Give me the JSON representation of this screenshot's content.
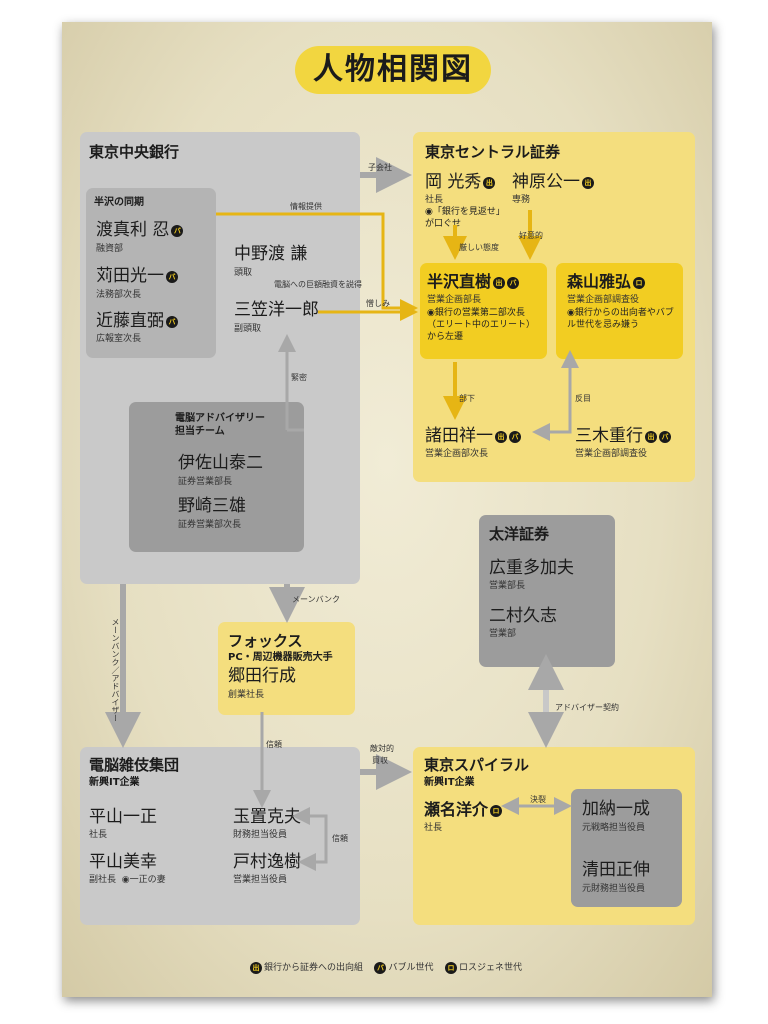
{
  "title": "人物相関図",
  "chuo": {
    "name": "東京中央銀行",
    "doki_title": "半沢の同期",
    "doki": [
      {
        "name": "渡真利 忍",
        "badge": "バ",
        "role": "融資部"
      },
      {
        "name": "苅田光一",
        "badge": "バ",
        "role": "法務部次長"
      },
      {
        "name": "近藤直弼",
        "badge": "バ",
        "role": "広報室次長"
      }
    ],
    "nakanowatari": {
      "name": "中野渡 謙",
      "role": "頭取"
    },
    "mikasa": {
      "name": "三笠洋一郎",
      "role": "副頭取"
    },
    "team_title_1": "電脳アドバイザリー",
    "team_title_2": "担当チーム",
    "team": [
      {
        "name": "伊佐山泰二",
        "role": "証券営業部長"
      },
      {
        "name": "野崎三雄",
        "role": "証券営業部次長"
      }
    ]
  },
  "central": {
    "name": "東京セントラル証券",
    "oka": {
      "name": "岡 光秀",
      "badge": "出",
      "role": "社長",
      "note": "◉「銀行を見返せ」が口ぐせ"
    },
    "kanbara": {
      "name": "神原公一",
      "badge": "出",
      "role": "専務"
    },
    "hanzawa": {
      "name": "半沢直樹",
      "badges": [
        "出",
        "バ"
      ],
      "role": "営業企画部長",
      "note": "◉銀行の営業第二部次長（エリート中のエリート）から左遷"
    },
    "moriyama": {
      "name": "森山雅弘",
      "badge": "ロ",
      "role": "営業企画部調査役",
      "note": "◉銀行からの出向者やバブル世代を忌み嫌う"
    },
    "morota": {
      "name": "諸田祥一",
      "badges": [
        "出",
        "バ"
      ],
      "role": "営業企画部次長"
    },
    "miki": {
      "name": "三木重行",
      "badges": [
        "出",
        "バ"
      ],
      "role": "営業企画部調査役"
    }
  },
  "taiyo": {
    "name": "太洋証券",
    "members": [
      {
        "name": "広重多加夫",
        "role": "営業部長"
      },
      {
        "name": "二村久志",
        "role": "営業部"
      }
    ]
  },
  "fox": {
    "name": "フォックス",
    "sub": "PC・周辺機器販売大手",
    "person": {
      "name": "郷田行成",
      "role": "創業社長"
    }
  },
  "denno": {
    "name": "電脳雑伎集団",
    "sub": "新興IT企業",
    "hirayama_m": {
      "name": "平山一正",
      "role": "社長"
    },
    "hirayama_y": {
      "name": "平山美幸",
      "role": "副社長",
      "note": "◉一正の妻"
    },
    "tamaoki": {
      "name": "玉置克夫",
      "role": "財務担当役員"
    },
    "tomura": {
      "name": "戸村逸樹",
      "role": "営業担当役員"
    }
  },
  "spiral": {
    "name": "東京スパイラル",
    "sub": "新興IT企業",
    "sena": {
      "name": "瀬名洋介",
      "badge": "ロ",
      "role": "社長"
    },
    "kano": {
      "name": "加納一成",
      "role": "元戦略担当役員"
    },
    "kiyota": {
      "name": "清田正伸",
      "role": "元財務担当役員"
    }
  },
  "labels": {
    "kogaisha": "子会社",
    "joho": "情報提供",
    "yudan": "電脳への巨額融資を説得",
    "nikushimi": "憎しみ",
    "kibishii": "厳しい態度",
    "koiteki": "好意的",
    "buka": "部下",
    "hanmoku": "反目",
    "mitsumitsu": "緊密",
    "mainbank": "メーンバンク",
    "mainbank_adv": "メーンバンク／アドバイザー",
    "advisor": "アドバイザー契約",
    "shinrai1": "信頼",
    "shinrai2": "信頼",
    "tekitaiteki": "敵対的",
    "baishu": "買収",
    "ketsuretsu": "決裂"
  },
  "legend": {
    "shukko": "銀行から証券への出向組",
    "bubble": "バブル世代",
    "lost": "ロスジェネ世代",
    "shukko_mark": "出",
    "bubble_mark": "バ",
    "lost_mark": "ロ"
  },
  "colors": {
    "yellow_light": "#f4de7e",
    "yellow_dark": "#f2cd22",
    "grey_light": "#c9c9c9",
    "grey_mid": "#b4b4b4",
    "grey_dark": "#9c9c9c",
    "gold_arrow": "#e6b514",
    "grey_arrow": "#a8a8a8"
  }
}
